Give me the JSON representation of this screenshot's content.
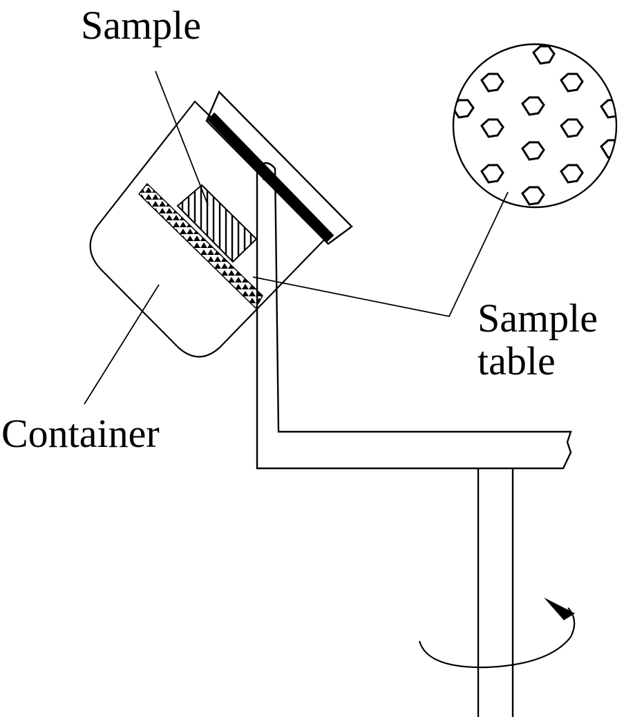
{
  "labels": {
    "sample": "Sample",
    "sample_table_line1": "Sample",
    "sample_table_line2": "table",
    "container": "Container"
  },
  "colors": {
    "ink": "#000000",
    "paper": "#ffffff"
  },
  "icons": {
    "rotation": "rotation-arrow-icon"
  }
}
